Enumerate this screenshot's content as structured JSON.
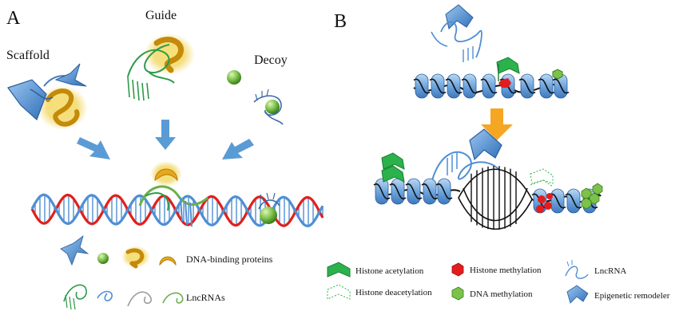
{
  "panel_a": {
    "letter": "A",
    "labels": {
      "scaffold": "Scaffold",
      "guide": "Guide",
      "decoy": "Decoy"
    },
    "legend": {
      "proteins": "DNA-binding proteins",
      "lncrnas": "LncRNAs"
    }
  },
  "panel_b": {
    "letter": "B",
    "legend": {
      "histone_acetylation": "Histone acetylation",
      "histone_deacetylation": "Histone deacetylation",
      "histone_methylation": "Histone methylation",
      "dna_methylation": "DNA methylation",
      "lncrna": "LncRNA",
      "epigenetic_remodeler": "Epigenetic remodeler"
    }
  },
  "colors": {
    "dna_red": "#e0201b",
    "dna_blue": "#4f8fd4",
    "rna_green": "#2e9a4a",
    "protein_blue": "#4a90d9",
    "protein_gold": "#e7a91b",
    "decoy_green": "#7cc24a",
    "arrow_blue": "#5b9bd5",
    "arrow_orange": "#f5a623",
    "nucleosome": "#7fb3e6",
    "methyl_red": "#e31d1d",
    "acetyl_green": "#2bb24c"
  }
}
